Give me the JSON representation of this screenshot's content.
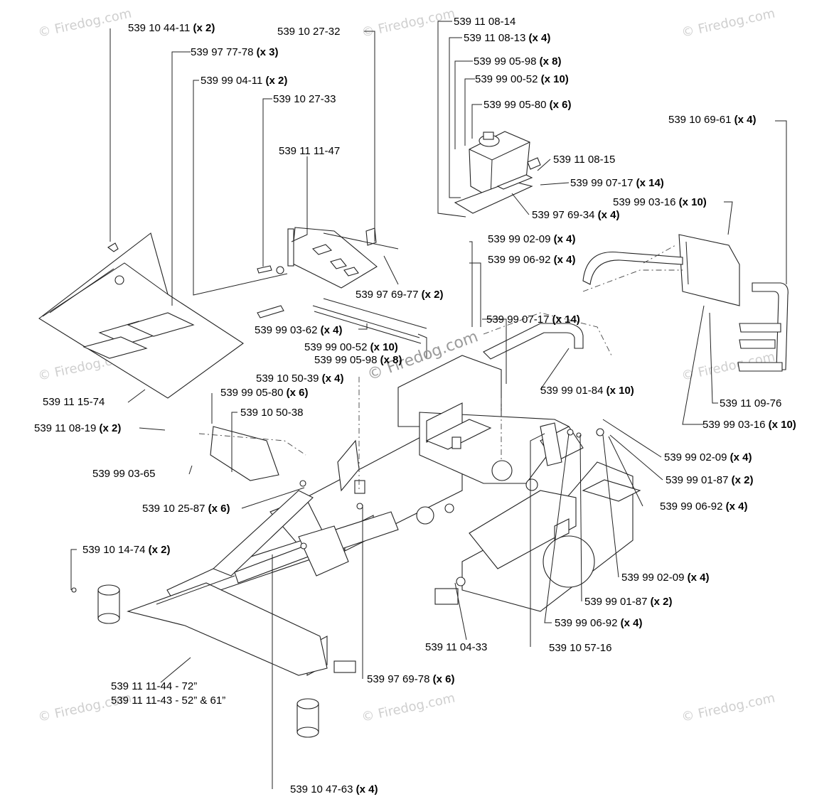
{
  "watermark": {
    "text": "© Firedog.com",
    "center_text": "© Firedog.com"
  },
  "labels": [
    {
      "id": "p1",
      "part": "539 10 44-11",
      "qty": "(x 2)"
    },
    {
      "id": "p2",
      "part": "539 97 77-78",
      "qty": "(x 3)"
    },
    {
      "id": "p3",
      "part": "539 99 04-11",
      "qty": "(x 2)"
    },
    {
      "id": "p4",
      "part": "539 10 27-33",
      "qty": ""
    },
    {
      "id": "p5",
      "part": "539 11 11-47",
      "qty": ""
    },
    {
      "id": "p6",
      "part": "539 10 27-32",
      "qty": ""
    },
    {
      "id": "p7",
      "part": "539 97 69-77",
      "qty": "(x 2)"
    },
    {
      "id": "p8",
      "part": "539 99 03-62",
      "qty": "(x 4)"
    },
    {
      "id": "p9",
      "part": "539 99 00-52",
      "qty": "(x 10)"
    },
    {
      "id": "p10",
      "part": "539 99 05-98",
      "qty": "(x 8)"
    },
    {
      "id": "p11",
      "part": "539 10 50-39",
      "qty": "(x 4)"
    },
    {
      "id": "p12",
      "part": "539 11 15-74",
      "qty": ""
    },
    {
      "id": "p13",
      "part": "539 99 05-80",
      "qty": "(x 6)"
    },
    {
      "id": "p14",
      "part": "539 10 50-38",
      "qty": ""
    },
    {
      "id": "p15",
      "part": "539 11 08-19",
      "qty": "(x 2)"
    },
    {
      "id": "p16",
      "part": "539 99 03-65",
      "qty": ""
    },
    {
      "id": "p17",
      "part": "539 10 25-87",
      "qty": "(x 6)"
    },
    {
      "id": "p18",
      "part": "539 10 14-74",
      "qty": "(x 2)"
    },
    {
      "id": "p19a",
      "part": "539 11 11-44 - 72”",
      "qty": ""
    },
    {
      "id": "p19b",
      "part": "539 11 11-43 - 52” & 61”",
      "qty": ""
    },
    {
      "id": "p20",
      "part": "539 10 47-63",
      "qty": "(x 4)"
    },
    {
      "id": "p21",
      "part": "539 97 69-78",
      "qty": "(x 6)"
    },
    {
      "id": "p22",
      "part": "539 11 04-33",
      "qty": ""
    },
    {
      "id": "p23",
      "part": "539 10 57-16",
      "qty": ""
    },
    {
      "id": "p24",
      "part": "539 99 06-92",
      "qty": "(x 4)"
    },
    {
      "id": "p25",
      "part": "539 99 01-87",
      "qty": "(x 2)"
    },
    {
      "id": "p26",
      "part": "539 99 02-09",
      "qty": "(x 4)"
    },
    {
      "id": "p27",
      "part": "539 99 06-92",
      "qty": "(x 4)"
    },
    {
      "id": "p28",
      "part": "539 99 01-87",
      "qty": "(x 2)"
    },
    {
      "id": "p29",
      "part": "539 99 02-09",
      "qty": "(x 4)"
    },
    {
      "id": "p30",
      "part": "539 99 03-16",
      "qty": "(x 10)"
    },
    {
      "id": "p31",
      "part": "539 11 09-76",
      "qty": ""
    },
    {
      "id": "p32",
      "part": "539 99 01-84",
      "qty": "(x 10)"
    },
    {
      "id": "p33",
      "part": "539 99 07-17",
      "qty": "(x 14)"
    },
    {
      "id": "p34",
      "part": "539 99 06-92",
      "qty": "(x 4)"
    },
    {
      "id": "p35",
      "part": "539 99 02-09",
      "qty": "(x 4)"
    },
    {
      "id": "p36",
      "part": "539 99 03-16",
      "qty": "(x 10)"
    },
    {
      "id": "p37",
      "part": "539 10 69-61",
      "qty": "(x 4)"
    },
    {
      "id": "p38",
      "part": "539 11 08-14",
      "qty": ""
    },
    {
      "id": "p39",
      "part": "539 11 08-13",
      "qty": "(x 4)"
    },
    {
      "id": "p40",
      "part": "539 99 05-98",
      "qty": "(x 8)"
    },
    {
      "id": "p41",
      "part": "539 99 00-52",
      "qty": "(x 10)"
    },
    {
      "id": "p42",
      "part": "539 99 05-80",
      "qty": "(x 6)"
    },
    {
      "id": "p43",
      "part": "539 11 08-15",
      "qty": ""
    },
    {
      "id": "p44",
      "part": "539 99 07-17",
      "qty": "(x 14)"
    },
    {
      "id": "p45",
      "part": "539 97 69-34",
      "qty": "(x 4)"
    }
  ]
}
